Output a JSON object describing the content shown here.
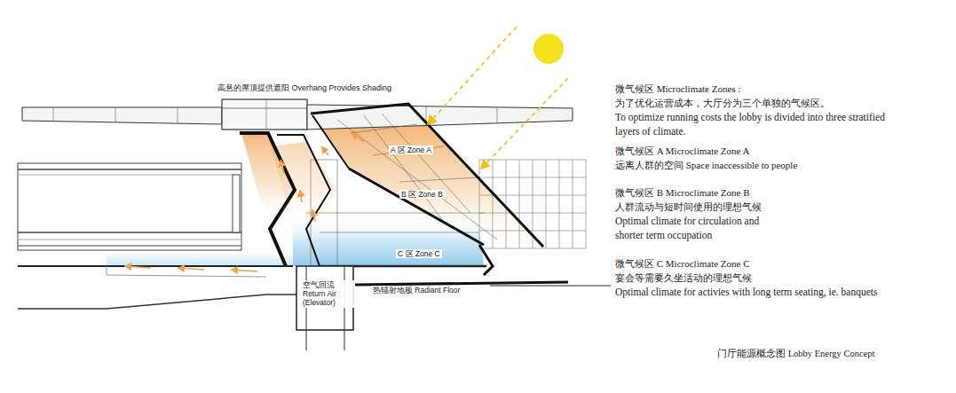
{
  "diagram": {
    "caption": "门厅能源概念图 Lobby Energy Concept",
    "labels": [
      "高悬的屋顶提供遮阳 Overhang Provides Shading",
      "A 区 Zone A",
      "B 区 Zone B",
      "C 区 Zone C",
      "空气回流 Return Air (Elevator)",
      "热辐射地板 Radiant Floor",
      "微气候区 Microclimate Zones :",
      "为了优化运营成本，大厅分为三个单独的气候区。",
      "To optimize running costs the lobby is divided into three stratified layers of climate.",
      "微气候区 A Microclimate Zone A",
      "远离人群的空间 Space inaccessible to people",
      "微气候区 B Microclimate Zone B",
      "人群流动与短时间使用的理想气候",
      "Optimal climate for circulation and shorter term occupation",
      "微气候区 C Microclimate Zone C",
      "宴会等需要久坐活动的理想气候",
      "Optimal climate for activies with long term seating, ie. banquets"
    ]
  }
}
